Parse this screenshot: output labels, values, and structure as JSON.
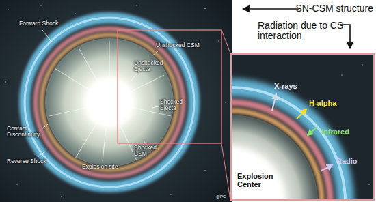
{
  "diagram": {
    "nodes": [
      {
        "text": [
          "Forward Shock",
          "Unshocked CSM",
          "Unshocked Ejecta",
          "Shocked Ejecta",
          "Contact Discontinuity",
          "Shocked CSM",
          "Reverse Shock",
          "Explosion site"
        ]
      },
      {
        "text": [
          "Radiation due to CS interaction",
          "X-rays",
          "H-alpha",
          "Infrared",
          "Radio",
          "Explosion Center"
        ]
      }
    ],
    "labels": [
      "SN-CSM structure",
      "@PC"
    ]
  }
}
